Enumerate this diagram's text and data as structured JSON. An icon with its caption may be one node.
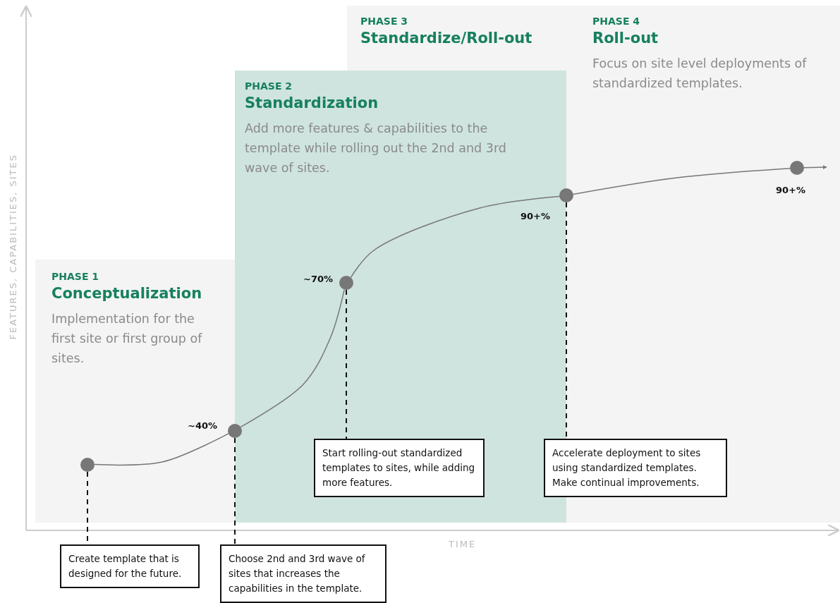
{
  "diagram": {
    "nodes": [
      {
        "text": [
          "PHASE 1",
          "Conceptualization",
          "Implementation for the first site or first group of sites."
        ]
      },
      {
        "text": [
          "PHASE 3",
          "Standardize/Roll-out"
        ]
      },
      {
        "text": [
          "PHASE 4",
          "Roll-out",
          "Focus on site level deployments of standardized templates."
        ]
      },
      {
        "text": [
          "PHASE 2",
          "Standardization",
          "Add more features & capabilities to the template while rolling out the 2nd and 3rd wave of sites."
        ]
      },
      {
        "text": [],
        "shape": "circle"
      },
      {
        "text": [],
        "shape": "circle",
        "beside": [
          "~40%"
        ]
      },
      {
        "text": [],
        "shape": "circle",
        "beside": [
          "~70%"
        ]
      },
      {
        "text": [],
        "shape": "circle",
        "beside": [
          "90+%"
        ]
      },
      {
        "text": [],
        "shape": "circle",
        "beside": [
          "90+%"
        ]
      },
      {
        "text": [
          "Create template that is designed for the future."
        ]
      },
      {
        "text": [
          "Choose 2nd and 3rd wave of sites that increases the capabilities in the template."
        ]
      },
      {
        "text": [
          "Start rolling-out standardized templates to sites, while adding more features."
        ]
      },
      {
        "text": [
          "Accelerate deployment to sites using standardized templates. Make continual improvements."
        ]
      }
    ],
    "edges": [
      {
        "from": 4,
        "to": 5,
        "arrow": "none"
      },
      {
        "from": 5,
        "to": 6,
        "arrow": "none"
      },
      {
        "from": 6,
        "to": 7,
        "arrow": "none"
      },
      {
        "from": 7,
        "to": 8,
        "arrow": "none"
      },
      {
        "from": 8,
        "to": null,
        "arrow": "to"
      },
      {
        "from": 4,
        "to": 9,
        "arrow": "none",
        "style": "dashed",
        "color": "#111111"
      },
      {
        "from": 5,
        "to": 10,
        "arrow": "none",
        "style": "dashed",
        "color": "#111111"
      },
      {
        "from": 6,
        "to": 11,
        "arrow": "none",
        "style": "dashed",
        "color": "#111111"
      },
      {
        "from": 7,
        "to": 12,
        "arrow": "none",
        "style": "dashed",
        "color": "#111111"
      }
    ],
    "labels": [
      "FEATURES, CAPABILITIES, SITES",
      "TIME"
    ]
  }
}
